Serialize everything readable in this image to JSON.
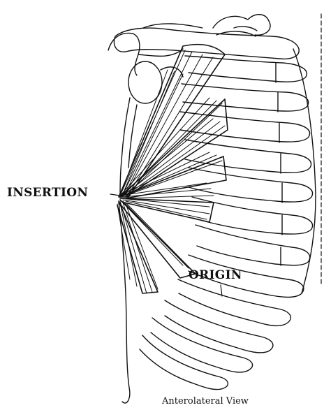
{
  "figure": {
    "labels": {
      "insertion": "INSERTION",
      "origin": "ORIGIN",
      "caption": "Anterolateral View"
    },
    "colors": {
      "ink": "#111111",
      "paper": "#ffffff"
    }
  }
}
